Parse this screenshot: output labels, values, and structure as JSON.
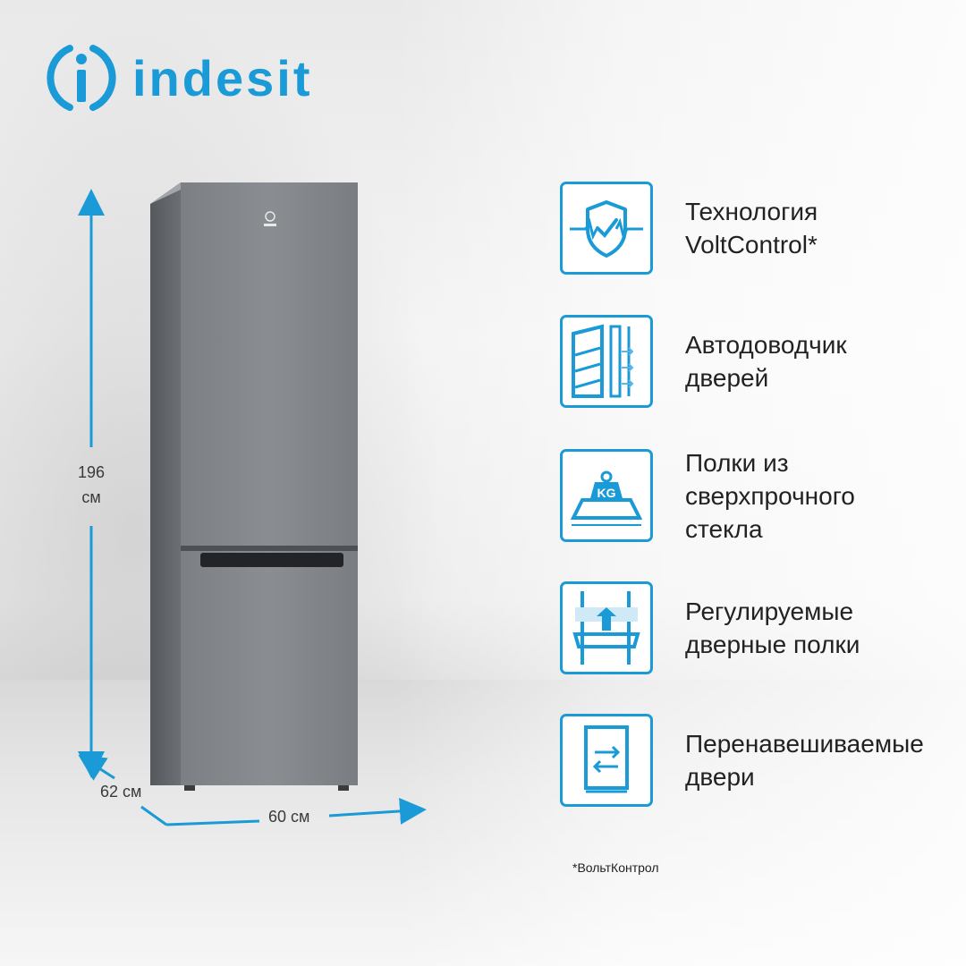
{
  "brand": {
    "name": "indesit",
    "color": "#1a9ad6"
  },
  "dimensions": {
    "height": "196\nсм",
    "depth": "62 см",
    "width": "60 см"
  },
  "features": [
    {
      "icon": "voltage-shield-icon",
      "label": "Технология\nVoltControl*"
    },
    {
      "icon": "door-closer-icon",
      "label": "Автодоводчик\nдверей"
    },
    {
      "icon": "glass-shelf-weight-icon",
      "label": "Полки из\nсверхпрочного\nстекла"
    },
    {
      "icon": "adjustable-door-shelf-icon",
      "label": "Регулируемые\nдверные полки"
    },
    {
      "icon": "reversible-door-icon",
      "label": "Перенавешиваемые\nдвери"
    }
  ],
  "footnote": "*ВольтКонтрол"
}
